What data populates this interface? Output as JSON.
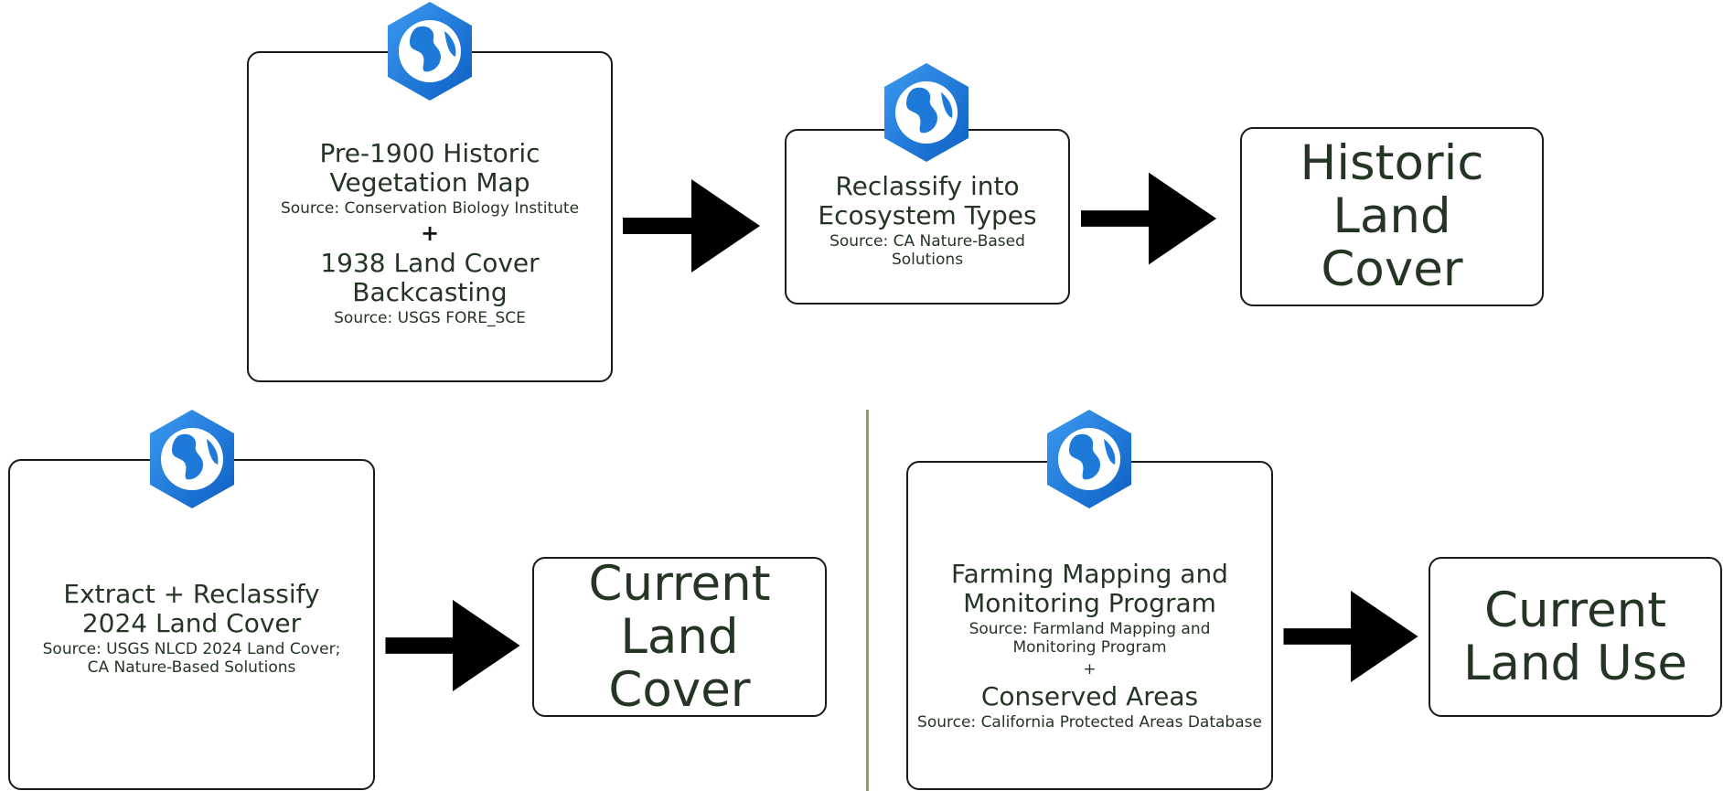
{
  "colors": {
    "text": "#243524",
    "border": "#1a1a1a",
    "icon": "#1e7ad9",
    "divider": "#8aa05c",
    "arrow": "#000000"
  },
  "icon_name": "globe-hexagon-icon",
  "top": {
    "input": {
      "title1": "Pre-1900 Historic Vegetation Map",
      "source1": "Source: Conservation Biology Institute",
      "plus": "+",
      "title2": "1938 Land Cover Backcasting",
      "source2": "Source: USGS FORE_SCE"
    },
    "process": {
      "title": "Reclassify into Ecosystem Types",
      "source": "Source: CA Nature-Based Solutions"
    },
    "output": "Historic Land Cover"
  },
  "bottom_left": {
    "process": {
      "title": "Extract + Reclassify 2024 Land Cover",
      "source": "Source: USGS NLCD 2024 Land Cover; CA Nature-Based Solutions"
    },
    "output": "Current Land Cover"
  },
  "bottom_right": {
    "input": {
      "title1": "Farming Mapping and Monitoring Program",
      "source1": "Source: Farmland Mapping and Monitoring Program",
      "plus": "+",
      "title2": "Conserved Areas",
      "source2": "Source: California Protected Areas Database"
    },
    "output": "Current Land Use"
  }
}
